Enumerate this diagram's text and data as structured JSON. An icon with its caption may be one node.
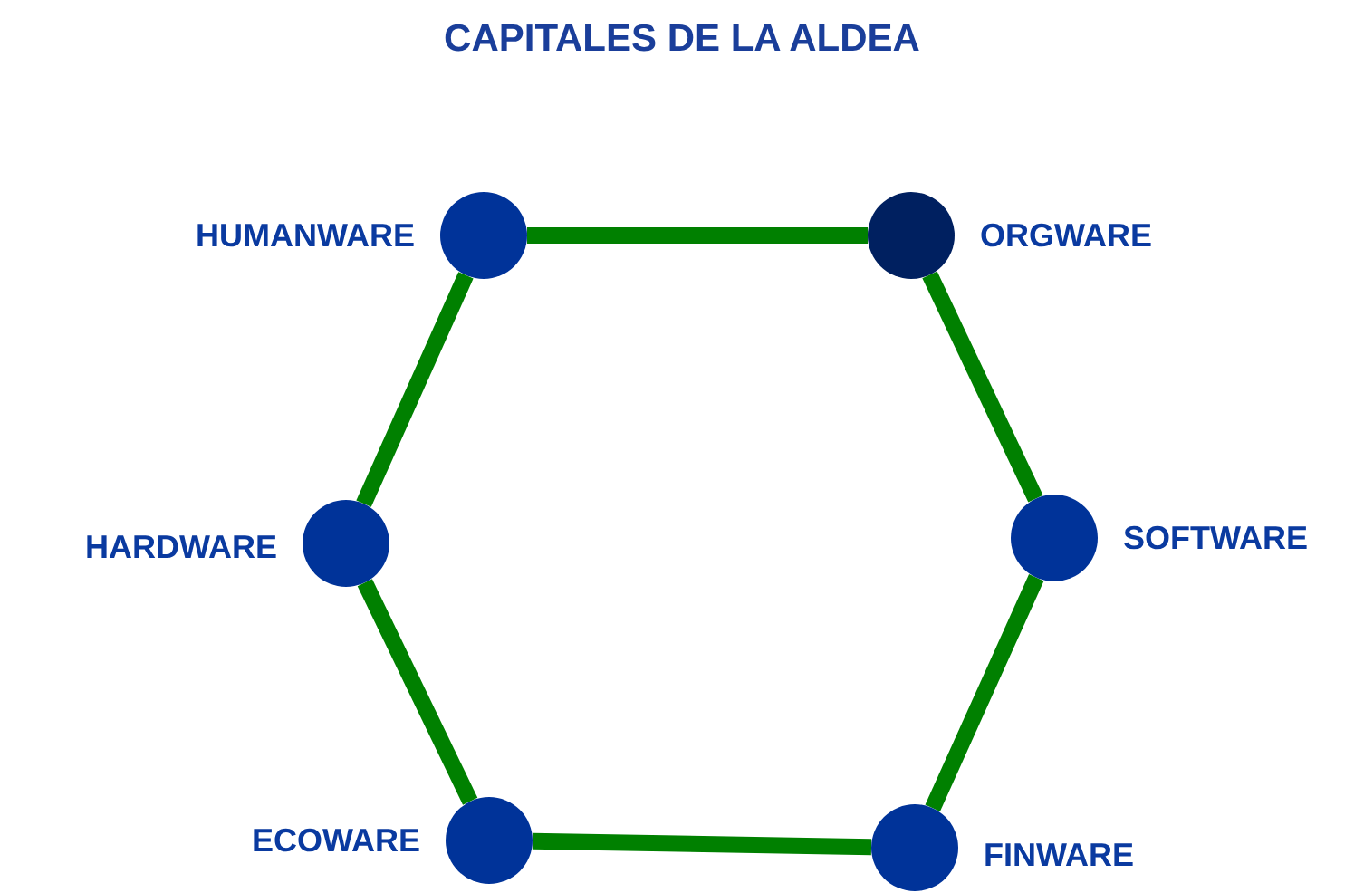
{
  "diagram": {
    "title": "CAPITALES DE LA ALDEA",
    "nodes": [
      {
        "text": [
          "HUMANWARE"
        ]
      },
      {
        "text": [
          "ORGWARE"
        ]
      },
      {
        "text": [
          "SOFTWARE"
        ]
      },
      {
        "text": [
          "FINWARE"
        ]
      },
      {
        "text": [
          "ECOWARE"
        ]
      },
      {
        "text": [
          "HARDWARE"
        ]
      }
    ],
    "edges": [
      {
        "from": 0,
        "to": 1,
        "arrow": "none"
      },
      {
        "from": 1,
        "to": 2,
        "arrow": "none"
      },
      {
        "from": 2,
        "to": 3,
        "arrow": "none"
      },
      {
        "from": 3,
        "to": 4,
        "arrow": "none"
      },
      {
        "from": 4,
        "to": 5,
        "arrow": "none"
      },
      {
        "from": 5,
        "to": 0,
        "arrow": "none"
      }
    ]
  }
}
